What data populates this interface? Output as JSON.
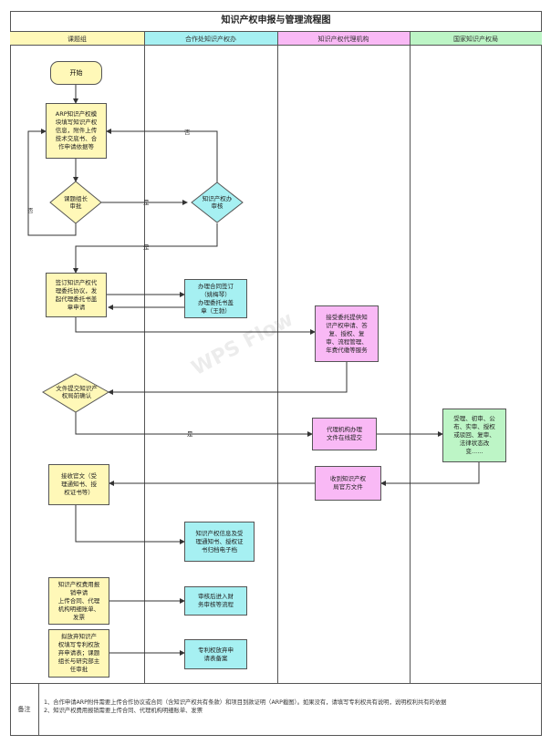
{
  "title": "知识产权申报与管理流程图",
  "lanes": [
    "课题组",
    "合作处知识产权办",
    "知识产权代理机构",
    "国家知识产权局"
  ],
  "colors": {
    "yellow": "#fff8b8",
    "blue": "#a6f0f2",
    "pink": "#f9b9f5",
    "green": "#bdf5c6",
    "line": "#333333"
  },
  "nodes": {
    "start": "开始",
    "fill_info": "ARP知识产权模\n块填写知识产权\n信息，附件上传\n技术交底书、合\n作申请依据等",
    "leader_approve": "课题组长\n审批",
    "ip_office_review": "知识产权办\n审核",
    "sign_agency": "签订知识产权代\n理委托协议，发\n起代理委托书盖\n章申请",
    "contract_sign": "办理合同签订\n（姚梅琴）\n办理委托书盖\n章（王勃）",
    "agency_services": "接受委托提供知\n识产权申请、答\n复、授权、复\n审、流程管理、\n年费代缴等服务",
    "confirm_before_submit": "文件提交知识产\n权局前确认",
    "agency_online_submit": "代理机构办理\n文件在线提交",
    "cnipa_process": "受理、初审、公\n布、实审、授权\n或驳回、复审、\n法律状态改\n变......",
    "receive_official": "收到知识产权\n局官方文件",
    "receive_notice": "接收官文（受\n理通知书、授\n权证书等）",
    "archive": "知识产权信息及受\n理通知书、授权证\n书归档电子档",
    "fee_reimburse": "知识产权费用报\n销申请\n上传合同、代理\n机构明细账单、\n发票",
    "finance_review": "审核后进入财\n务审核等流程",
    "abandon_request": "拟放弃知识产\n权填写专利权放\n弃申请表；课题\n组长与研究部主\n任审批",
    "abandon_record": "专利权放弃申\n请表备案"
  },
  "edge_labels": {
    "no_top": "否",
    "yes_mid": "是",
    "no_left": "否",
    "yes_down": "是",
    "yes_confirm": "是"
  },
  "notes": {
    "label": "备注",
    "line1": "1、合作申请ARP附件需要上传合作协议或合同（含知识产权共有条款）和项目到款证明（ARP截图）。如果没有，请填写专利权共有说明，说明权利共有的依据",
    "line2": "2、知识产权费用报销需要上传合同、代理机构明细账单、发票"
  },
  "watermark": "WPS Flow"
}
